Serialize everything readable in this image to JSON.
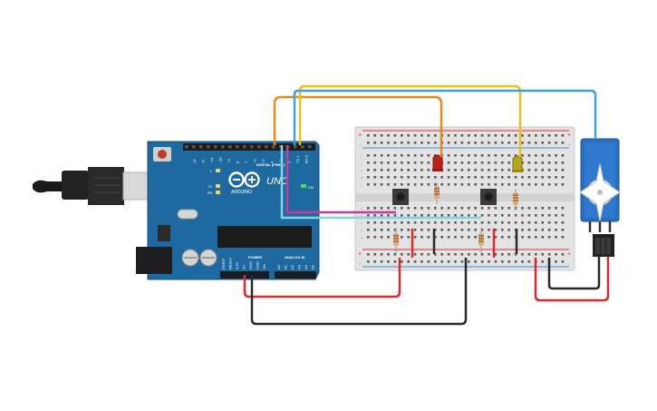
{
  "arduino": {
    "logo_text": "UNO",
    "brand_text": "ARDUINO",
    "digital_label": "DIGITAL (PWM~)",
    "power_label": "POWER",
    "analog_label": "ANALOG IN",
    "on_label": "ON",
    "l_label": "L",
    "tx_label": "TX",
    "rx_label": "RX",
    "aref_label": "AREF",
    "gnd_label": "GND",
    "digital_pins": [
      "13",
      "12",
      "~11",
      "~10",
      "~9",
      "8",
      "7",
      "~6",
      "~5",
      "4",
      "~3",
      "2",
      "TX 1",
      "RX 0"
    ],
    "power_pins": [
      "IOREF",
      "RESET",
      "3.3V",
      "5V",
      "GND",
      "GND",
      "Vin"
    ],
    "analog_pins": [
      "A0",
      "A1",
      "A2",
      "A3",
      "A4",
      "A5"
    ]
  },
  "breadboard": {
    "plus": "+",
    "minus": "-",
    "row_letters_top": [
      "j",
      "i",
      "h",
      "g",
      "f"
    ],
    "row_letters_bottom": [
      "e",
      "d",
      "c",
      "b",
      "a"
    ],
    "columns": 30
  },
  "wires": {
    "colors": {
      "orange": "#e68a1a",
      "yellow": "#e8c21a",
      "blue": "#3ba3d8",
      "magenta": "#c93a9a",
      "cyan": "#7fd6e0",
      "red": "#d92b2b",
      "black": "#2a2a2a"
    }
  },
  "components": {
    "led_red_color": "#c0231d",
    "led_yellow_color": "#b8a51a",
    "servo_color": "#2a6ec0",
    "board_color": "#1e6aa0",
    "breadboard_color": "#e3e3e3"
  }
}
